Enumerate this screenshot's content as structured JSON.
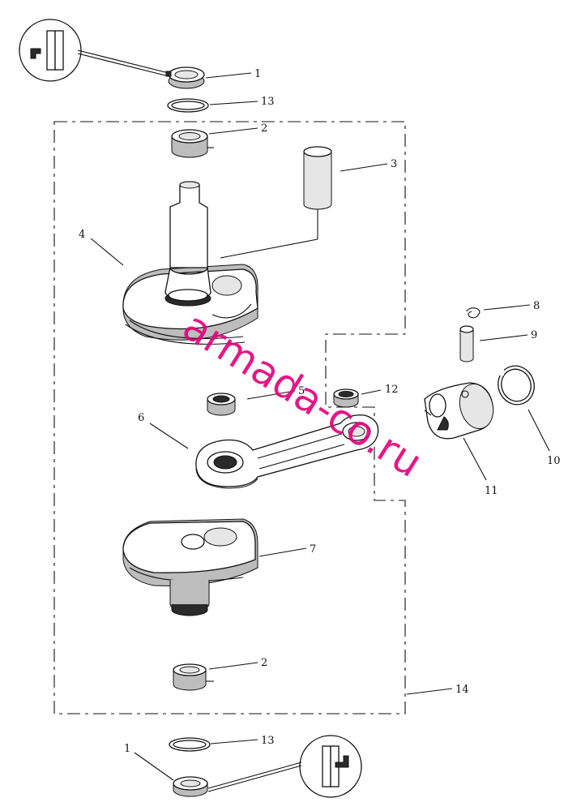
{
  "diagram": {
    "watermark": "armada-co.ru",
    "callouts": {
      "c1_top": "1",
      "c13_top": "13",
      "c2_top": "2",
      "c3": "3",
      "c4": "4",
      "c5": "5",
      "c6": "6",
      "c7": "7",
      "c8": "8",
      "c9": "9",
      "c10": "10",
      "c11": "11",
      "c12": "12",
      "c2_bottom": "2",
      "c14": "14",
      "c13_bottom": "13",
      "c1_bottom": "1"
    }
  }
}
